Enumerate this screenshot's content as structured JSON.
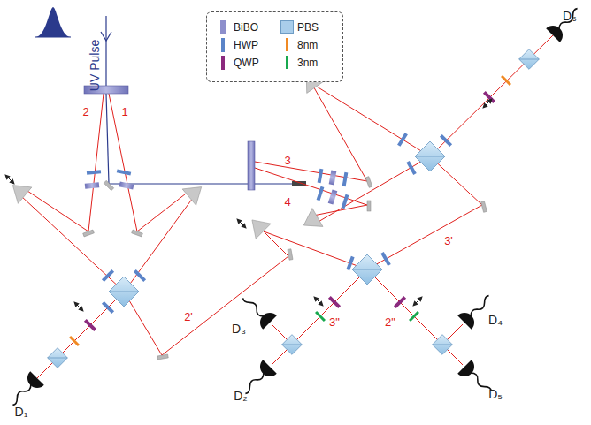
{
  "diagram": {
    "labels": [
      "UV Pulse",
      "2",
      "1",
      "3",
      "4",
      "2'",
      "3'",
      "3\"",
      "2\"",
      "D₁",
      "D₂",
      "D₃",
      "D₄",
      "D₅",
      "D₆"
    ],
    "legend": [
      {
        "text": "BiBO",
        "color": "#8d8fcc"
      },
      {
        "text": "HWP",
        "color": "#5b84c8"
      },
      {
        "text": "QWP",
        "color": "#8b2a7e"
      },
      {
        "text": "PBS",
        "color": "#a9cdea"
      },
      {
        "text": "8nm",
        "color": "#f08a24"
      },
      {
        "text": "3nm",
        "color": "#18a84e"
      }
    ]
  }
}
